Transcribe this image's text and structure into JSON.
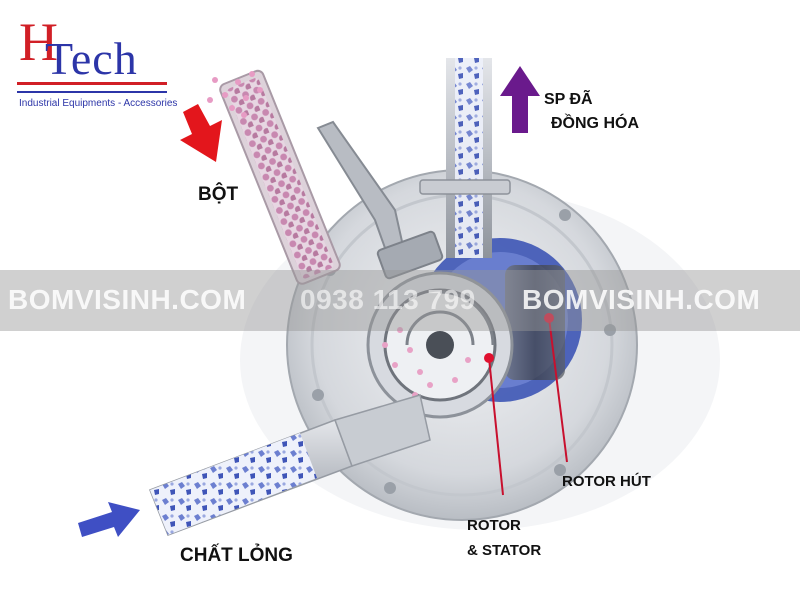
{
  "logo": {
    "letter_h": "H",
    "word": "Tech",
    "tagline": "Industrial Equipments - Accessories",
    "colors": {
      "red": "#d11f26",
      "blue": "#2c35a8"
    }
  },
  "labels": {
    "powder": "BỘT",
    "product_line1": "SP ĐÃ",
    "product_line2": "ĐỒNG HÓA",
    "liquid": "CHẤT LỎNG",
    "rotor_suction": "ROTOR HÚT",
    "rotor_stator_line1": "ROTOR",
    "rotor_stator_line2": "& STATOR"
  },
  "watermark": {
    "left": "BOMVISINH.COM",
    "middle": "0938 113 799",
    "right": "BOMVISINH.COM"
  },
  "colors": {
    "powder_arrow": "#e3161c",
    "product_arrow": "#6a1a8c",
    "liquid_arrow": "#3f4fc4",
    "pointer_line": "#c8102e"
  },
  "icons": [
    "powder-arrow-icon",
    "product-arrow-icon",
    "liquid-arrow-icon"
  ]
}
